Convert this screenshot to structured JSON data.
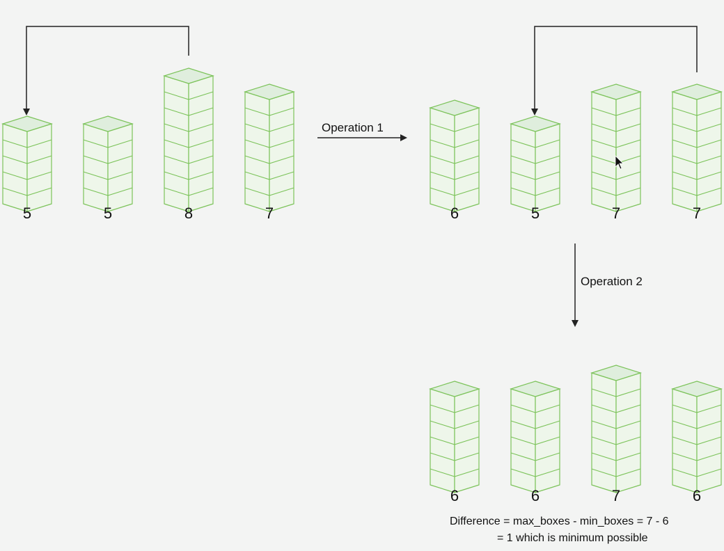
{
  "colors": {
    "background": "#f3f4f3",
    "box_stroke": "#7cc35a",
    "box_top": "#dfeedd",
    "box_side": "#eef6ea",
    "arrow": "#222222"
  },
  "states": [
    {
      "name": "initial",
      "counts": [
        5,
        5,
        8,
        7
      ],
      "labels": [
        "5",
        "5",
        "8",
        "7"
      ]
    },
    {
      "name": "after-operation-1",
      "counts": [
        6,
        5,
        7,
        7
      ],
      "labels": [
        "6",
        "5",
        "7",
        "7"
      ]
    },
    {
      "name": "after-operation-2",
      "counts": [
        6,
        6,
        7,
        6
      ],
      "labels": [
        "6",
        "6",
        "7",
        "6"
      ]
    }
  ],
  "operations": {
    "op1_label": "Operation 1",
    "op2_label": "Operation 2"
  },
  "note": {
    "line1": "Difference = max_boxes - min_boxes = 7 - 6",
    "line2": "= 1 which is minimum possible"
  }
}
